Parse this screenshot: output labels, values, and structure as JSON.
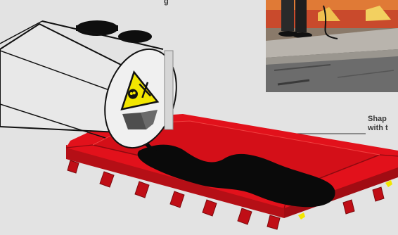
{
  "labels": {
    "top_fragment": "g",
    "side_line1": "Shap",
    "side_line2": "with t"
  },
  "photo": {
    "description_icon": "photo-inset"
  },
  "colors": {
    "background": "#e3e3e3",
    "tray_red": "#e2111b",
    "tray_dark_red": "#9e0c12",
    "spill_black": "#0a0a0a",
    "hazard_yellow": "#f2e600",
    "drum_grey": "#e6e6e6"
  },
  "icons": [
    "hazard-skull-icon",
    "drum-icon",
    "spill-tray-icon",
    "leader-line"
  ]
}
